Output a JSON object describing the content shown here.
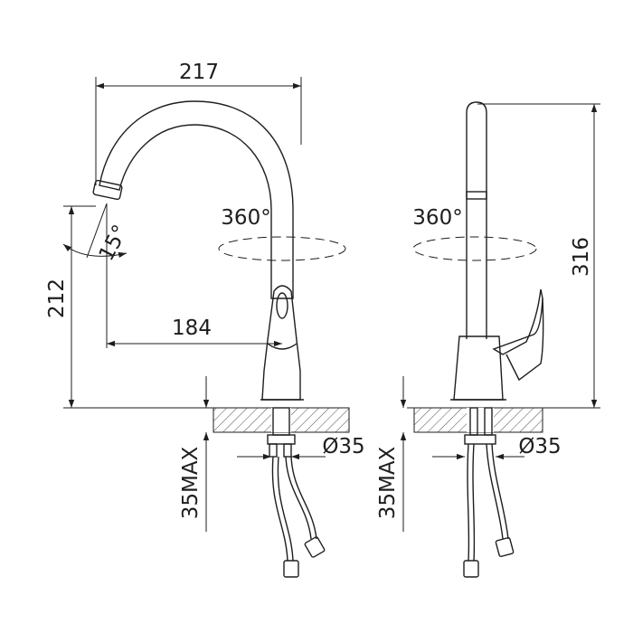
{
  "front_view": {
    "width_overall": "217",
    "reach": "184",
    "spout_height": "212",
    "angle": "15°",
    "rotation": "360°",
    "hole_diameter": "Ø35",
    "deck_thickness": "35MAX"
  },
  "side_view": {
    "height_overall": "316",
    "rotation": "360°",
    "hole_diameter": "Ø35",
    "deck_thickness": "35MAX"
  },
  "colors": {
    "line": "#1e1e1e",
    "background": "#ffffff"
  }
}
